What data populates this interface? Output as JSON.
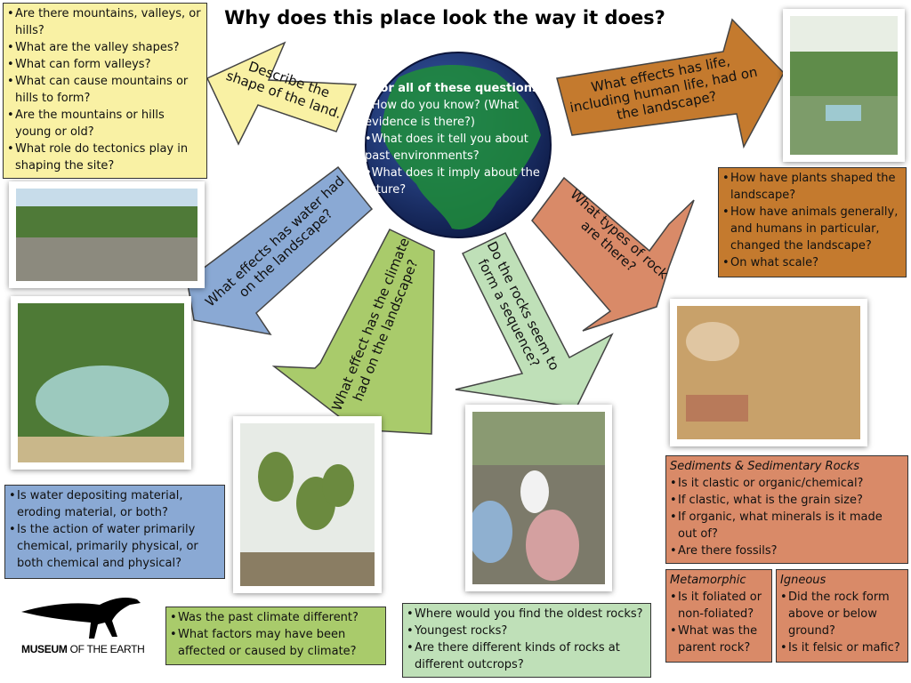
{
  "title": "Why does this place look the way it does?",
  "center": {
    "heading": "For all of these questions:",
    "items": [
      "How do you know? (What evidence is there?)",
      "What does it tell you about past environments?",
      "What does it imply about the future?"
    ]
  },
  "arrows": {
    "land": "Describe the shape of the land.",
    "life": "What effects has life, including human life, had on the landscape?",
    "water": "What effects has water had on the landscape?",
    "climate": "What effect has the climate had on the landscape?",
    "sequence": "Do the rocks seem to form a sequence?",
    "rocktypes": "What types of rock are there?"
  },
  "boxes": {
    "land": [
      "Are there mountains, valleys, or hills?",
      "What are the valley shapes?",
      "What can form valleys?",
      "What can cause mountains or hills to form?",
      "Are the mountains or hills young or old?",
      "What role do tectonics play in shaping the site?"
    ],
    "life": [
      "How have plants shaped the landscape?",
      "How have animals generally, and humans in particular, changed the landscape?",
      "On what scale?"
    ],
    "water": [
      "Is water depositing material, eroding material, or both?",
      "Is the action of water primarily chemical, primarily physical, or both chemical and physical?"
    ],
    "climate": [
      "Was the past climate different?",
      "What factors may have been affected or caused by climate?"
    ],
    "sequence": [
      "Where would you find the oldest rocks?",
      "Youngest rocks?",
      "Are there different kinds of rocks at different outcrops?"
    ],
    "sedimentary": {
      "heading": "Sediments & Sedimentary Rocks",
      "items": [
        "Is it clastic or organic/chemical?",
        "If clastic, what is the grain size?",
        "If organic, what minerals is it made out of?",
        "Are there fossils?"
      ]
    },
    "metamorphic": {
      "heading": "Metamorphic",
      "items": [
        "Is it foliated or non-foliated?",
        "What was the parent rock?"
      ]
    },
    "igneous": {
      "heading": "Igneous",
      "items": [
        "Did the rock form above or below ground?",
        "Is it felsic or mafic?"
      ]
    }
  },
  "logo": {
    "bold": "MUSEUM",
    "rest": " OF THE EARTH"
  },
  "colors": {
    "yellow": "#f9f1a4",
    "brown": "#c47a2e",
    "blue": "#8aa9d4",
    "green": "#a9cb6b",
    "lightgreen": "#bfe0b8",
    "salmon": "#d98a68"
  }
}
